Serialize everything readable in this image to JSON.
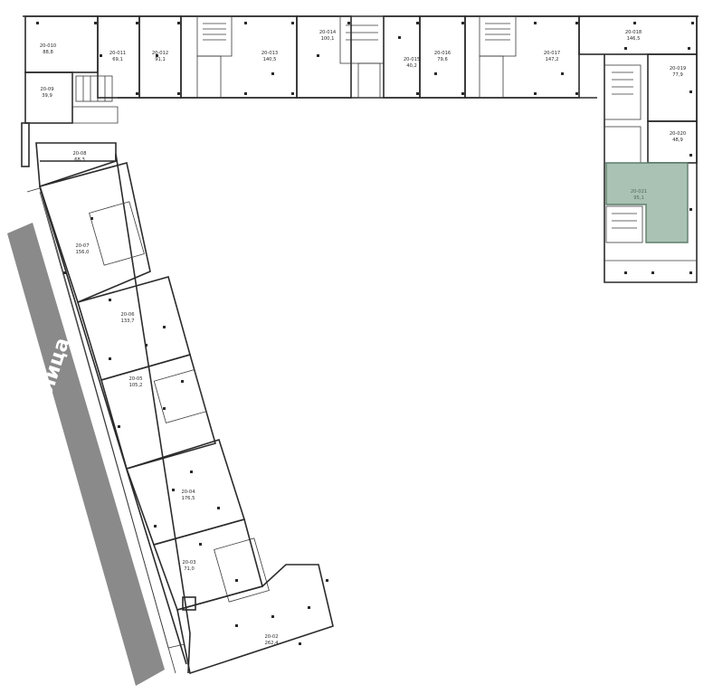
{
  "colors": {
    "wall": "#2b2b2b",
    "street": "#8a8a8a",
    "street_text": "#ffffff",
    "highlight_fill": "#a9c2b4",
    "highlight_stroke": "#5d7d6b"
  },
  "street": {
    "label": "Улица"
  },
  "units": [
    {
      "id": "20-010",
      "area": "88,8"
    },
    {
      "id": "20-011",
      "area": "69,1"
    },
    {
      "id": "20-012",
      "area": "91,1"
    },
    {
      "id": "20-013",
      "area": "140,5"
    },
    {
      "id": "20-014",
      "area": "100,1"
    },
    {
      "id": "20-015",
      "area": "40,2"
    },
    {
      "id": "20-016",
      "area": "79,6"
    },
    {
      "id": "20-017",
      "area": "147,2"
    },
    {
      "id": "20-018",
      "area": "146,5"
    },
    {
      "id": "20-019",
      "area": "77,9"
    },
    {
      "id": "20-020",
      "area": "48,9"
    },
    {
      "id": "20-021",
      "area": "95,1",
      "selected": true
    },
    {
      "id": "20-09",
      "area": "39,9"
    },
    {
      "id": "20-08",
      "area": "68,3"
    },
    {
      "id": "20-07",
      "area": "156,0"
    },
    {
      "id": "20-06",
      "area": "133,7"
    },
    {
      "id": "20-05",
      "area": "105,2"
    },
    {
      "id": "20-04",
      "area": "176,5"
    },
    {
      "id": "20-03",
      "area": "71,0"
    },
    {
      "id": "20-02",
      "area": "262,4"
    }
  ]
}
